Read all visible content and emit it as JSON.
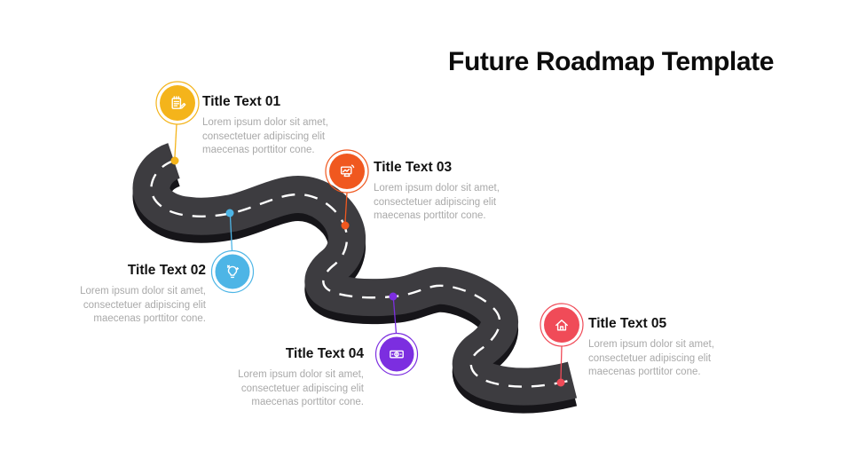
{
  "slide": {
    "title": "Future Roadmap Template",
    "background_color": "#ffffff",
    "title_color": "#0c0c0c"
  },
  "road": {
    "surface_color": "#3d3c40",
    "edge_color": "#161519",
    "lane_marking_color": "#ffffff"
  },
  "milestones": [
    {
      "id": "01",
      "title": "Title Text 01",
      "body": "Lorem ipsum dolor sit amet,\nconsectetuer adipiscing elit\nmaecenas porttitor cone.",
      "color": "#f4b41b",
      "icon": "notepad-pencil-icon"
    },
    {
      "id": "02",
      "title": "Title Text 02",
      "body": "Lorem ipsum dolor sit amet,\nconsectetuer adipiscing elit\nmaecenas porttitor cone.",
      "color": "#4db5e6",
      "icon": "lightbulb-icon"
    },
    {
      "id": "03",
      "title": "Title Text 03",
      "body": "Lorem ipsum dolor sit amet,\nconsectetuer adipiscing elit\nmaecenas porttitor cone.",
      "color": "#f0581f",
      "icon": "monitor-chart-icon"
    },
    {
      "id": "04",
      "title": "Title Text 04",
      "body": "Lorem ipsum dolor sit amet,\nconsectetuer adipiscing elit\nmaecenas porttitor cone.",
      "color": "#7c2ee0",
      "icon": "banknote-icon"
    },
    {
      "id": "05",
      "title": "Title Text 05",
      "body": "Lorem ipsum dolor sit amet,\nconsectetuer adipiscing elit\nmaecenas porttitor cone.",
      "color": "#f04b58",
      "icon": "home-icon"
    }
  ]
}
